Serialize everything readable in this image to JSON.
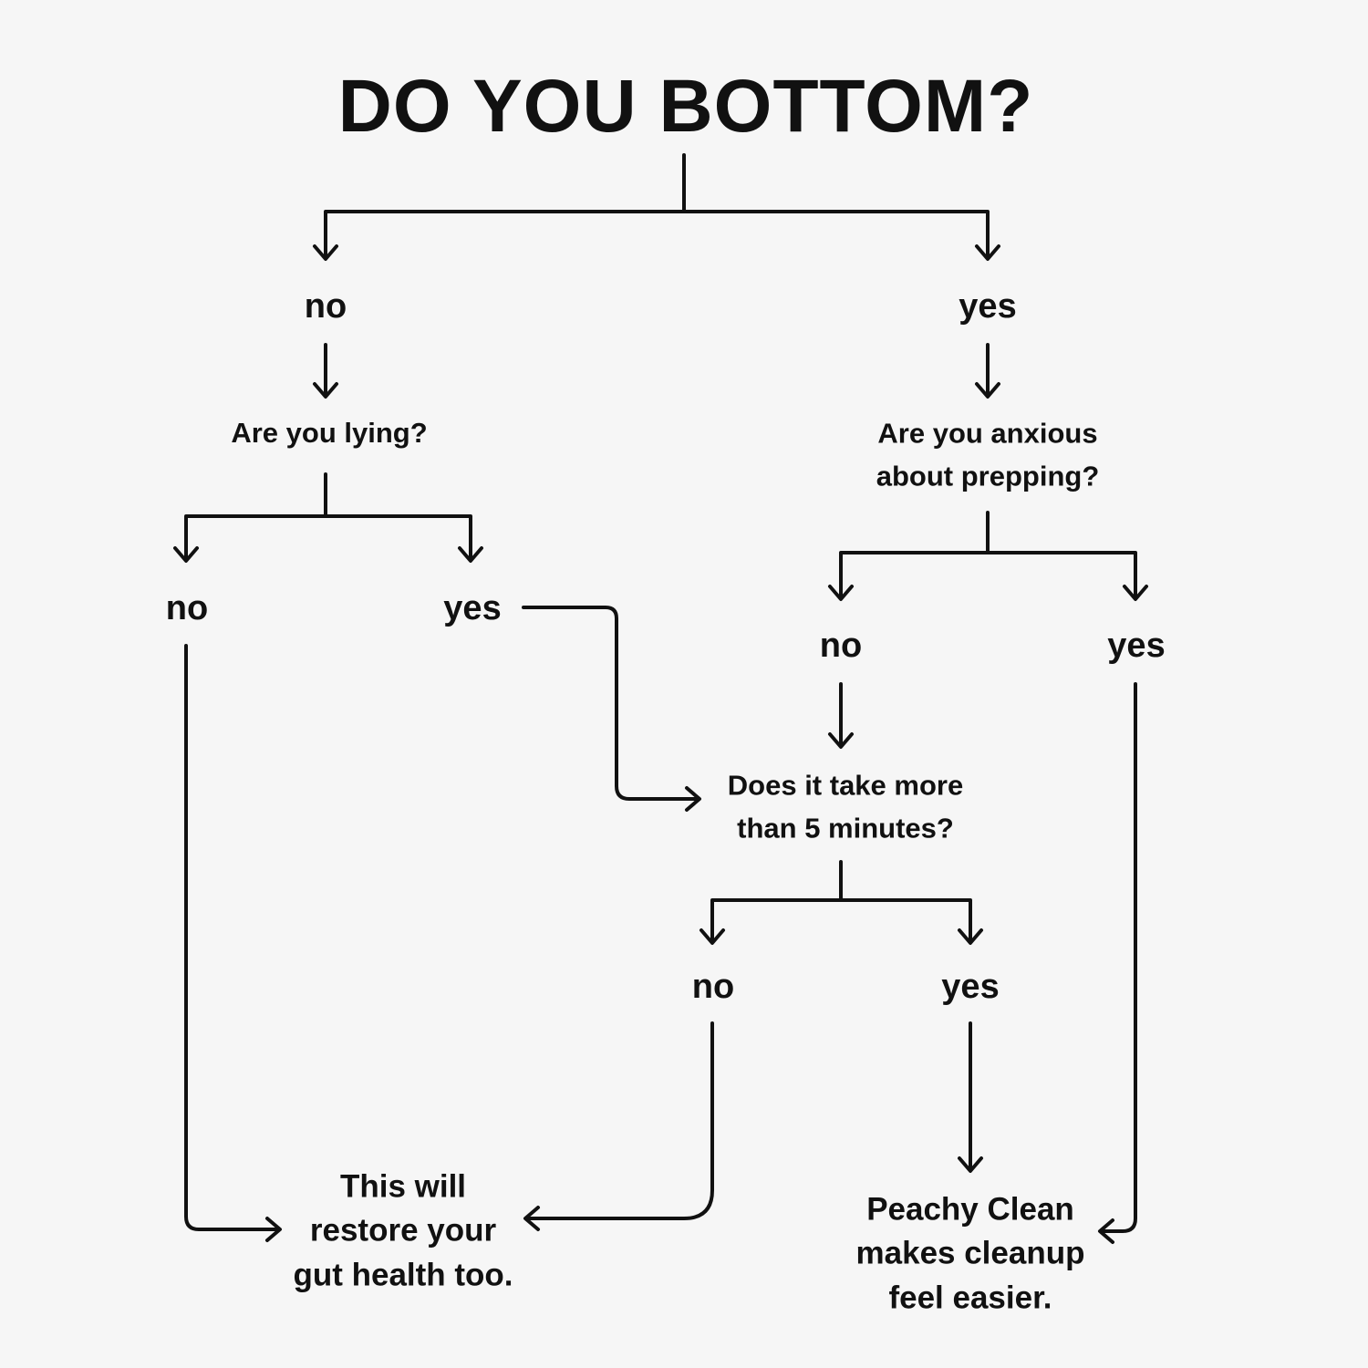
{
  "title": "DO YOU BOTTOM?",
  "answers": {
    "root_no": "no",
    "root_yes": "yes",
    "lying_no": "no",
    "lying_yes": "yes",
    "anxious_no": "no",
    "anxious_yes": "yes",
    "minutes_no": "no",
    "minutes_yes": "yes"
  },
  "questions": {
    "lying": [
      "Are you lying?"
    ],
    "anxious": [
      "Are you anxious",
      "about prepping?"
    ],
    "minutes": [
      "Does it take more",
      "than 5 minutes?"
    ]
  },
  "results": {
    "gut": [
      "This will",
      "restore your",
      "gut health too."
    ],
    "peachy": [
      "Peachy Clean",
      "makes cleanup",
      "feel easier."
    ]
  },
  "colors": {
    "background": "#f6f6f6",
    "ink": "#111111"
  }
}
